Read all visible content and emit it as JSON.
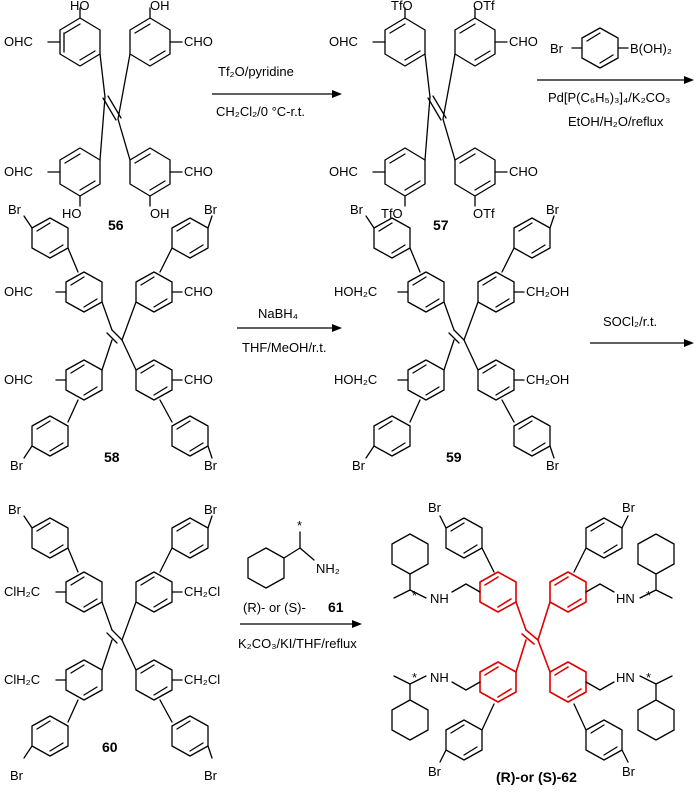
{
  "colors": {
    "bond": "#000000",
    "highlight": "#e00000",
    "background": "#ffffff"
  },
  "compounds": {
    "c56": {
      "number": "56",
      "substituents": [
        "HO",
        "OH",
        "OHC",
        "CHO",
        "OHC",
        "CHO",
        "HO",
        "OH"
      ]
    },
    "c57": {
      "number": "57",
      "substituents": [
        "TfO",
        "OTf",
        "OHC",
        "CHO",
        "OHC",
        "CHO",
        "TfO",
        "OTf"
      ]
    },
    "c58": {
      "number": "58",
      "substituents": [
        "Br",
        "Br",
        "OHC",
        "CHO",
        "OHC",
        "CHO",
        "Br",
        "Br"
      ]
    },
    "c59": {
      "number": "59",
      "substituents": [
        "Br",
        "Br",
        "HOH₂C",
        "CH₂OH",
        "HOH₂C",
        "CH₂OH",
        "Br",
        "Br"
      ]
    },
    "c60": {
      "number": "60",
      "substituents": [
        "Br",
        "Br",
        "ClH₂C",
        "CH₂Cl",
        "ClH₂C",
        "CH₂Cl",
        "Br",
        "Br"
      ]
    },
    "c61": {
      "number": "61",
      "amine": "NH₂",
      "stereo_mark": "*"
    },
    "c62": {
      "label": "(R)-or (S)-62",
      "amine": [
        "NH",
        "HN",
        "NH",
        "HN"
      ],
      "stereo_mark": "*",
      "halogens": [
        "Br",
        "Br",
        "Br",
        "Br"
      ]
    }
  },
  "reactions": {
    "r1": {
      "reagent": "Tf₂O/pyridine",
      "conditions": "CH₂Cl₂/0 °C-r.t."
    },
    "r2": {
      "reagent_br": "Br",
      "reagent_boronic": "B(OH)₂",
      "catalyst": "Pd[P(C₆H₅)₃]₄/K₂CO₃",
      "solvent": "EtOH/H₂O/reflux"
    },
    "r3": {
      "reagent": "NaBH₄",
      "conditions": "THF/MeOH/r.t."
    },
    "r4": {
      "reagent": "SOCl₂/r.t."
    },
    "r5": {
      "stereo_options": "(R)- or (S)-",
      "reagent_number": "61",
      "conditions": "K₂CO₃/KI/THF/reflux"
    }
  }
}
